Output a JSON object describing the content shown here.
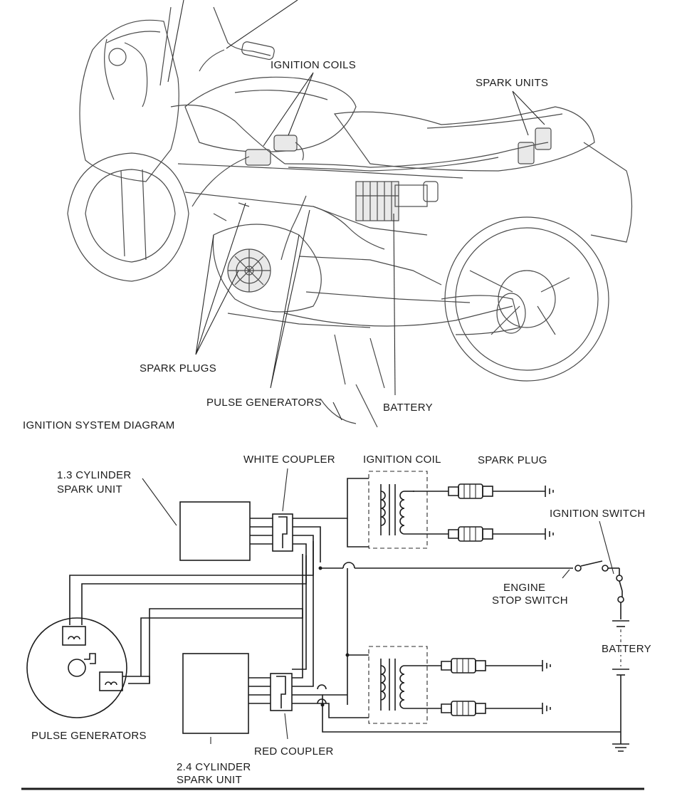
{
  "upper_labels": {
    "ignition_coils": "IGNITION COILS",
    "spark_units": "SPARK UNITS",
    "spark_plugs": "SPARK PLUGS",
    "pulse_generators": "PULSE GENERATORS",
    "battery": "BATTERY"
  },
  "section_title": "IGNITION SYSTEM DIAGRAM",
  "schematic_labels": {
    "spark_unit_13_line1": "1.3 CYLINDER",
    "spark_unit_13_line2": "SPARK UNIT",
    "white_coupler": "WHITE COUPLER",
    "ignition_coil": "IGNITION COIL",
    "spark_plug": "SPARK PLUG",
    "ignition_switch": "IGNITION SWITCH",
    "engine_stop_line1": "ENGINE",
    "engine_stop_line2": "STOP SWITCH",
    "battery": "BATTERY",
    "pulse_generators": "PULSE GENERATORS",
    "red_coupler": "RED COUPLER",
    "spark_unit_24_line1": "2.4 CYLINDER",
    "spark_unit_24_line2": "SPARK UNIT"
  }
}
